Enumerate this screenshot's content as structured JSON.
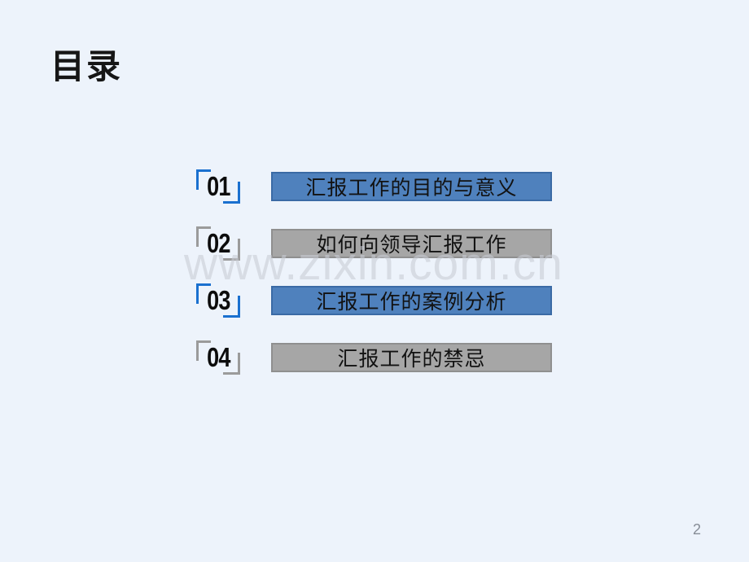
{
  "slide": {
    "title": "目录",
    "watermark": "www.zixin.com.cn",
    "page_number": "2",
    "colors": {
      "background": "#edf3fb",
      "blue_fill": "#4f81bd",
      "blue_border": "#3a6aa5",
      "gray_fill": "#a6a6a6",
      "gray_border": "#8f8f8f",
      "blue_bracket": "#1a70cf",
      "gray_bracket": "#9b9b9b"
    },
    "toc_items": [
      {
        "number": "01",
        "label": "汇报工作的目的与意义",
        "accent": "blue"
      },
      {
        "number": "02",
        "label": "如何向领导汇报工作",
        "accent": "gray"
      },
      {
        "number": "03",
        "label": "汇报工作的案例分析",
        "accent": "blue"
      },
      {
        "number": "04",
        "label": "汇报工作的禁忌",
        "accent": "gray"
      }
    ]
  }
}
